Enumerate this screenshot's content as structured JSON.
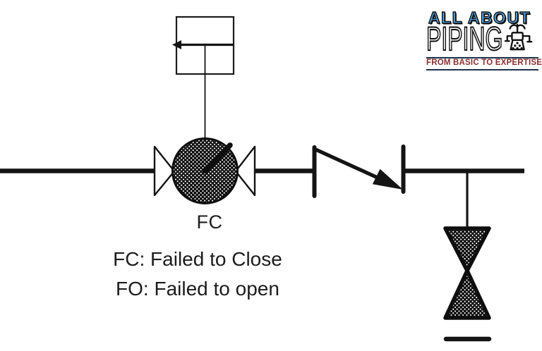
{
  "colors": {
    "background": "#ffffff",
    "ink": "#141414",
    "logo_blue": "#54a7e8",
    "logo_outline": "#101010",
    "logo_maroon": "#8b2d2d",
    "banner_rule": "#1e3048"
  },
  "diagram": {
    "valve_label": "FC",
    "legend_fc": "FC: Failed to Close",
    "legend_fo": "FO: Failed to open"
  },
  "logo": {
    "line1": "ALL ABOUT",
    "line2": "PIPING",
    "banner": "FROM BASIC TO EXPERTISE",
    "icons": {
      "faucet": "valve-faucet-glyph"
    }
  }
}
